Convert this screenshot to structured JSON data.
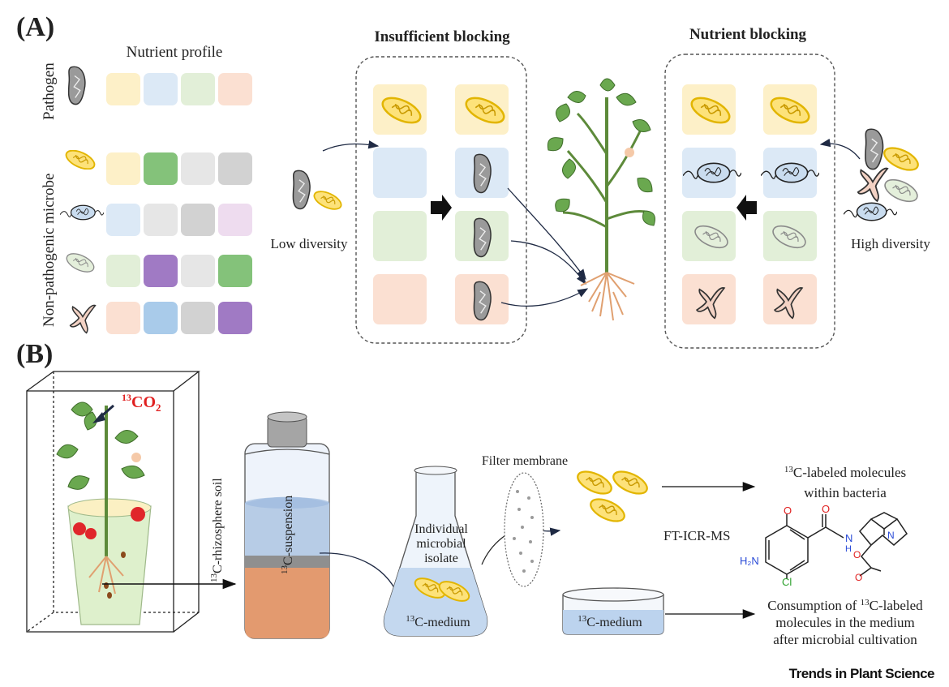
{
  "panel_a": {
    "label": "(A)",
    "pathogen_label": "Pathogen",
    "nutrient_profile_label": "Nutrient profile",
    "nonpathogenic_label": "Non-pathogenic microbe",
    "insufficient_title": "Insufficient blocking",
    "nutrient_blocking_title": "Nutrient blocking",
    "low_diversity": "Low diversity",
    "high_diversity": "High diversity"
  },
  "panel_b": {
    "label": "(B)",
    "co2_pre": "13",
    "co2_main": "CO",
    "co2_sub": "2",
    "rhizo_sup": "13",
    "rhizo_main": "C-rhizosphere soil",
    "susp_sup": "13",
    "susp_main": "C-suspension",
    "filter_membrane": "Filter membrane",
    "isolate_line1": "Individual",
    "isolate_line2": "microbial",
    "isolate_line3": "isolate",
    "medium_sup": "13",
    "medium_main": "C-medium",
    "dish_medium_sup": "13",
    "dish_medium_main": "C-medium",
    "ft_icr_ms": "FT-ICR-MS",
    "labeled_sup": "13",
    "labeled_line1": "C-labeled molecules",
    "labeled_line2": "within bacteria",
    "consumption_pre": "Consumption of ",
    "consumption_sup": "13",
    "consumption_line1": "C-labeled",
    "consumption_line2": "molecules in the medium",
    "consumption_line3": "after microbial cultivation",
    "chem_o1": "O",
    "chem_o2": "O",
    "chem_n": "N",
    "chem_h": "H",
    "chem_h2n": "H₂N",
    "chem_cl": "Cl",
    "chem_n2": "N",
    "chem_o3": "O",
    "chem_o4": "O"
  },
  "journal": "Trends in Plant Science",
  "colors": {
    "yellow": "#fdf0c8",
    "blue": "#dce9f6",
    "green": "#e2efd8",
    "peach": "#fbe0d2",
    "dark_green": "#84c27a",
    "purple": "#a07ac4",
    "light_gray": "#e6e6e6",
    "mid_gray": "#d2d2d2",
    "lavender": "#eedcef",
    "sky_blue": "#a9cbea",
    "red_label": "#e02020",
    "arrow_navy": "#1f2a44"
  }
}
